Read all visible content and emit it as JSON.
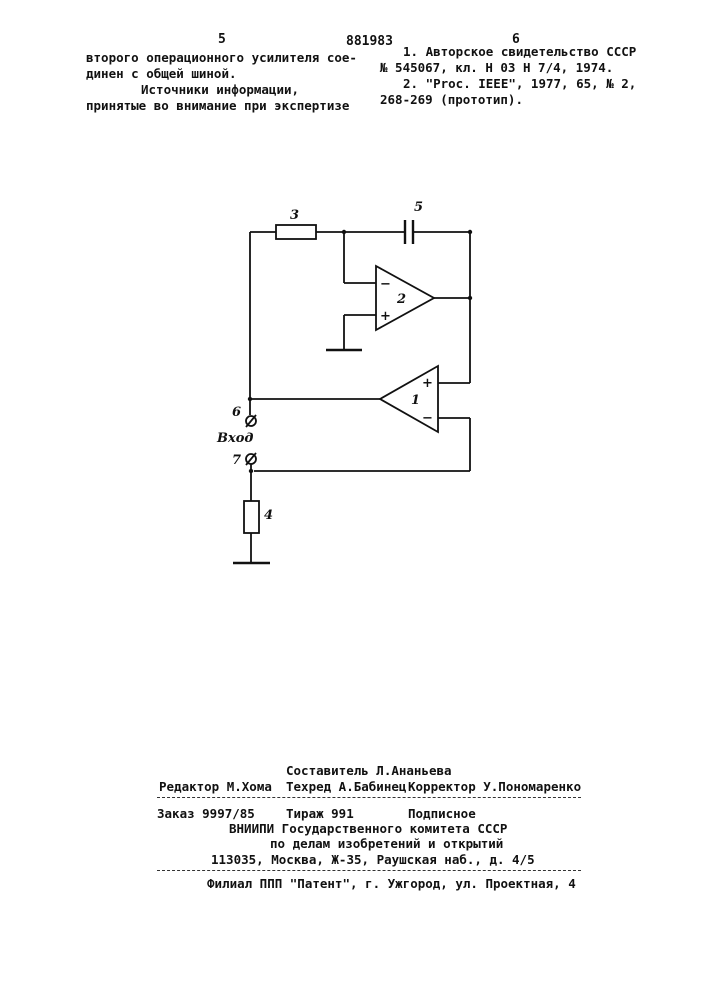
{
  "header": {
    "page_left": "5",
    "page_right": "6",
    "patent_number": "881983"
  },
  "left_column": {
    "lines": [
      "второго операционного усилителя сое-",
      "динен с общей шиной.",
      "Источники информации,",
      "принятые во внимание при экспертизе"
    ]
  },
  "right_column": {
    "lines": [
      "1. Авторское свидетельство СССР",
      "№ 545067, кл. H 03 H 7/4, 1974.",
      "2. \"Proc. IEEE\", 1977, 65, № 2,",
      "268-269 (прототип)."
    ]
  },
  "figure": {
    "labels": {
      "resistor_3": "3",
      "capacitor_5": "5",
      "opamp_2": "2",
      "opamp_1": "1",
      "terminal_6": "6",
      "input_label": "Вход",
      "terminal_7": "7",
      "resistor_4": "4",
      "minus": "−",
      "plus": "+"
    }
  },
  "imprint": {
    "composer": "Составитель Л.Ананьева",
    "editor": "Редактор М.Хома",
    "techred": "Техред А.Бабинец",
    "corrector": "Корректор У.Пономаренко",
    "order": "Заказ 9997/85",
    "circulation": "Тираж 991",
    "subscription": "Подписное",
    "org_line1": "ВНИИПИ Государственного комитета СССР",
    "org_line2": "по делам изобретений и открытий",
    "org_address": "113035, Москва, Ж-35, Раушская наб., д. 4/5",
    "branch": "Филиал ППП \"Патент\", г. Ужгород, ул. Проектная, 4"
  }
}
